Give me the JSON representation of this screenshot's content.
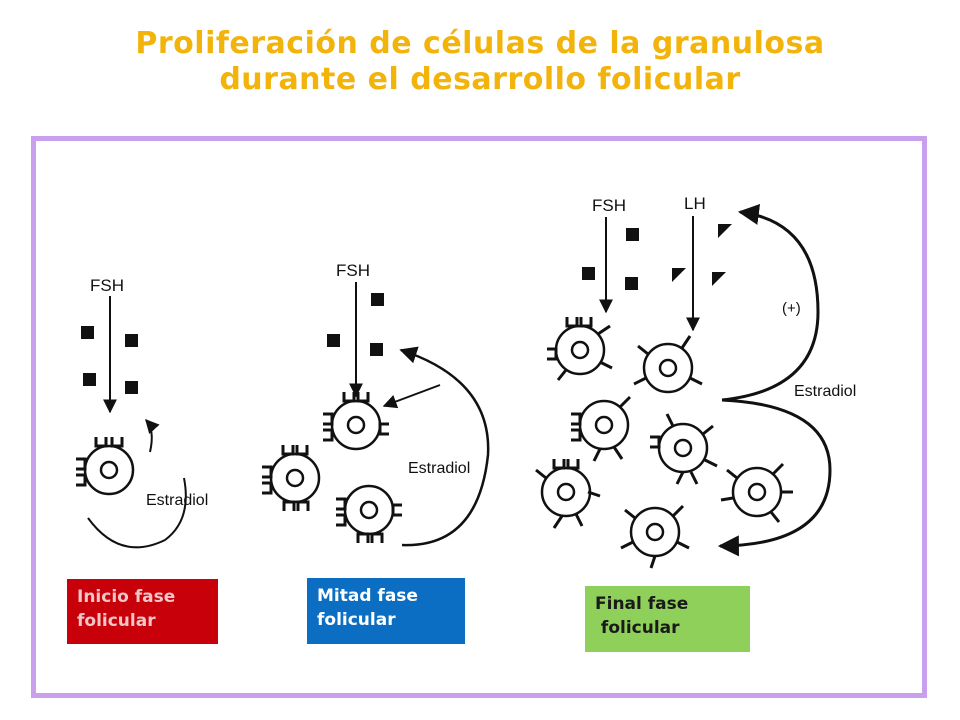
{
  "title": {
    "line1": "Proliferación de células de la granulosa",
    "line2": "durante el desarrollo folicular",
    "color": "#f2b30a"
  },
  "frame": {
    "border_color": "#c9a0ee"
  },
  "diagram": {
    "labels": {
      "fsh_early": "FSH",
      "estradiol_early": "Estradiol",
      "fsh_mid": "FSH",
      "estradiol_mid": "Estradiol",
      "fsh_late": "FSH",
      "lh_late": "LH",
      "plus_late": "(+)",
      "estradiol_late": "Estradiol"
    }
  },
  "stages": [
    {
      "line1": "Inicio fase",
      "line2": "folicular",
      "color": "#c8000a",
      "text_color": "#f0c7c7"
    },
    {
      "line1": "Mitad fase",
      "line2": "folicular",
      "color": "#0b6ec2",
      "text_color": "#ffffff"
    },
    {
      "line1": "Final fase",
      "line2": " folicular",
      "color": "#8ed05a",
      "text_color": "#1a1a1a"
    }
  ]
}
